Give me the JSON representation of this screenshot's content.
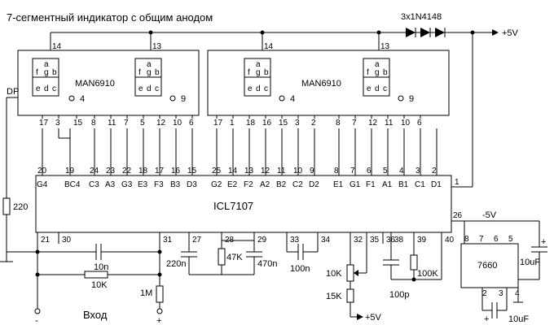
{
  "title": "7-сегментный индикатор с общим анодом",
  "diodes_label": "3x1N4148",
  "supply_plus": "+5V",
  "supply_minus": "-5V",
  "supply_plus_bottom": "+5V",
  "displays": [
    {
      "part": "MAN6910",
      "digit_pins": [
        "4",
        "9"
      ],
      "anode_pins": [
        "14",
        "13"
      ],
      "bottom_pins": [
        "17",
        "3",
        "15",
        "8",
        "11",
        "7",
        "5",
        "12",
        "10",
        "6"
      ]
    },
    {
      "part": "MAN6910",
      "digit_pins": [
        "4",
        "9"
      ],
      "anode_pins": [
        "14",
        "13"
      ],
      "bottom_pins": [
        "17",
        "1",
        "18",
        "16",
        "15",
        "3",
        "2",
        "8",
        "7",
        "12",
        "11",
        "10",
        "6"
      ]
    }
  ],
  "segment_letters": [
    "a",
    "f",
    "g",
    "b",
    "e",
    "d",
    "c"
  ],
  "dp_label": "DP",
  "ic": {
    "name": "ICL7107",
    "top_pin_numbers": [
      "20",
      "19",
      "24",
      "23",
      "22",
      "18",
      "17",
      "16",
      "15",
      "25",
      "14",
      "13",
      "12",
      "11",
      "10",
      "9",
      "8",
      "7",
      "6",
      "5",
      "4",
      "3",
      "2"
    ],
    "top_pin_names": [
      "G4",
      "BC4",
      "C3",
      "A3",
      "G3",
      "E3",
      "F3",
      "B3",
      "D3",
      "G2",
      "E2",
      "F2",
      "A2",
      "B2",
      "C2",
      "D2",
      "E1",
      "G1",
      "F1",
      "A1",
      "B1",
      "C1",
      "D1"
    ],
    "bottom_pins": [
      "21",
      "30",
      "31",
      "27",
      "28",
      "29",
      "33",
      "34",
      "32",
      "35",
      "36",
      "38",
      "39",
      "40"
    ],
    "right_pins": [
      "1",
      "26"
    ]
  },
  "components": {
    "r_dp": "220",
    "c_10n": "10n",
    "r_10k_in": "10K",
    "r_1m": "1M",
    "c_220n": "220n",
    "r_47k": "47K",
    "c_470n": "470n",
    "c_100n": "100n",
    "pot_10k": "10K",
    "r_15k": "15K",
    "c_100p": "100p",
    "r_100k": "100K",
    "ic2": "7660",
    "ic2_pins": [
      "8",
      "7",
      "6",
      "5",
      "2",
      "3",
      "4"
    ],
    "c_10uf_right": "10uF",
    "c_10uf_bottom": "10uF"
  },
  "input_label": "Вход",
  "input_minus": "-",
  "input_plus": "+",
  "plus_sign": "+"
}
